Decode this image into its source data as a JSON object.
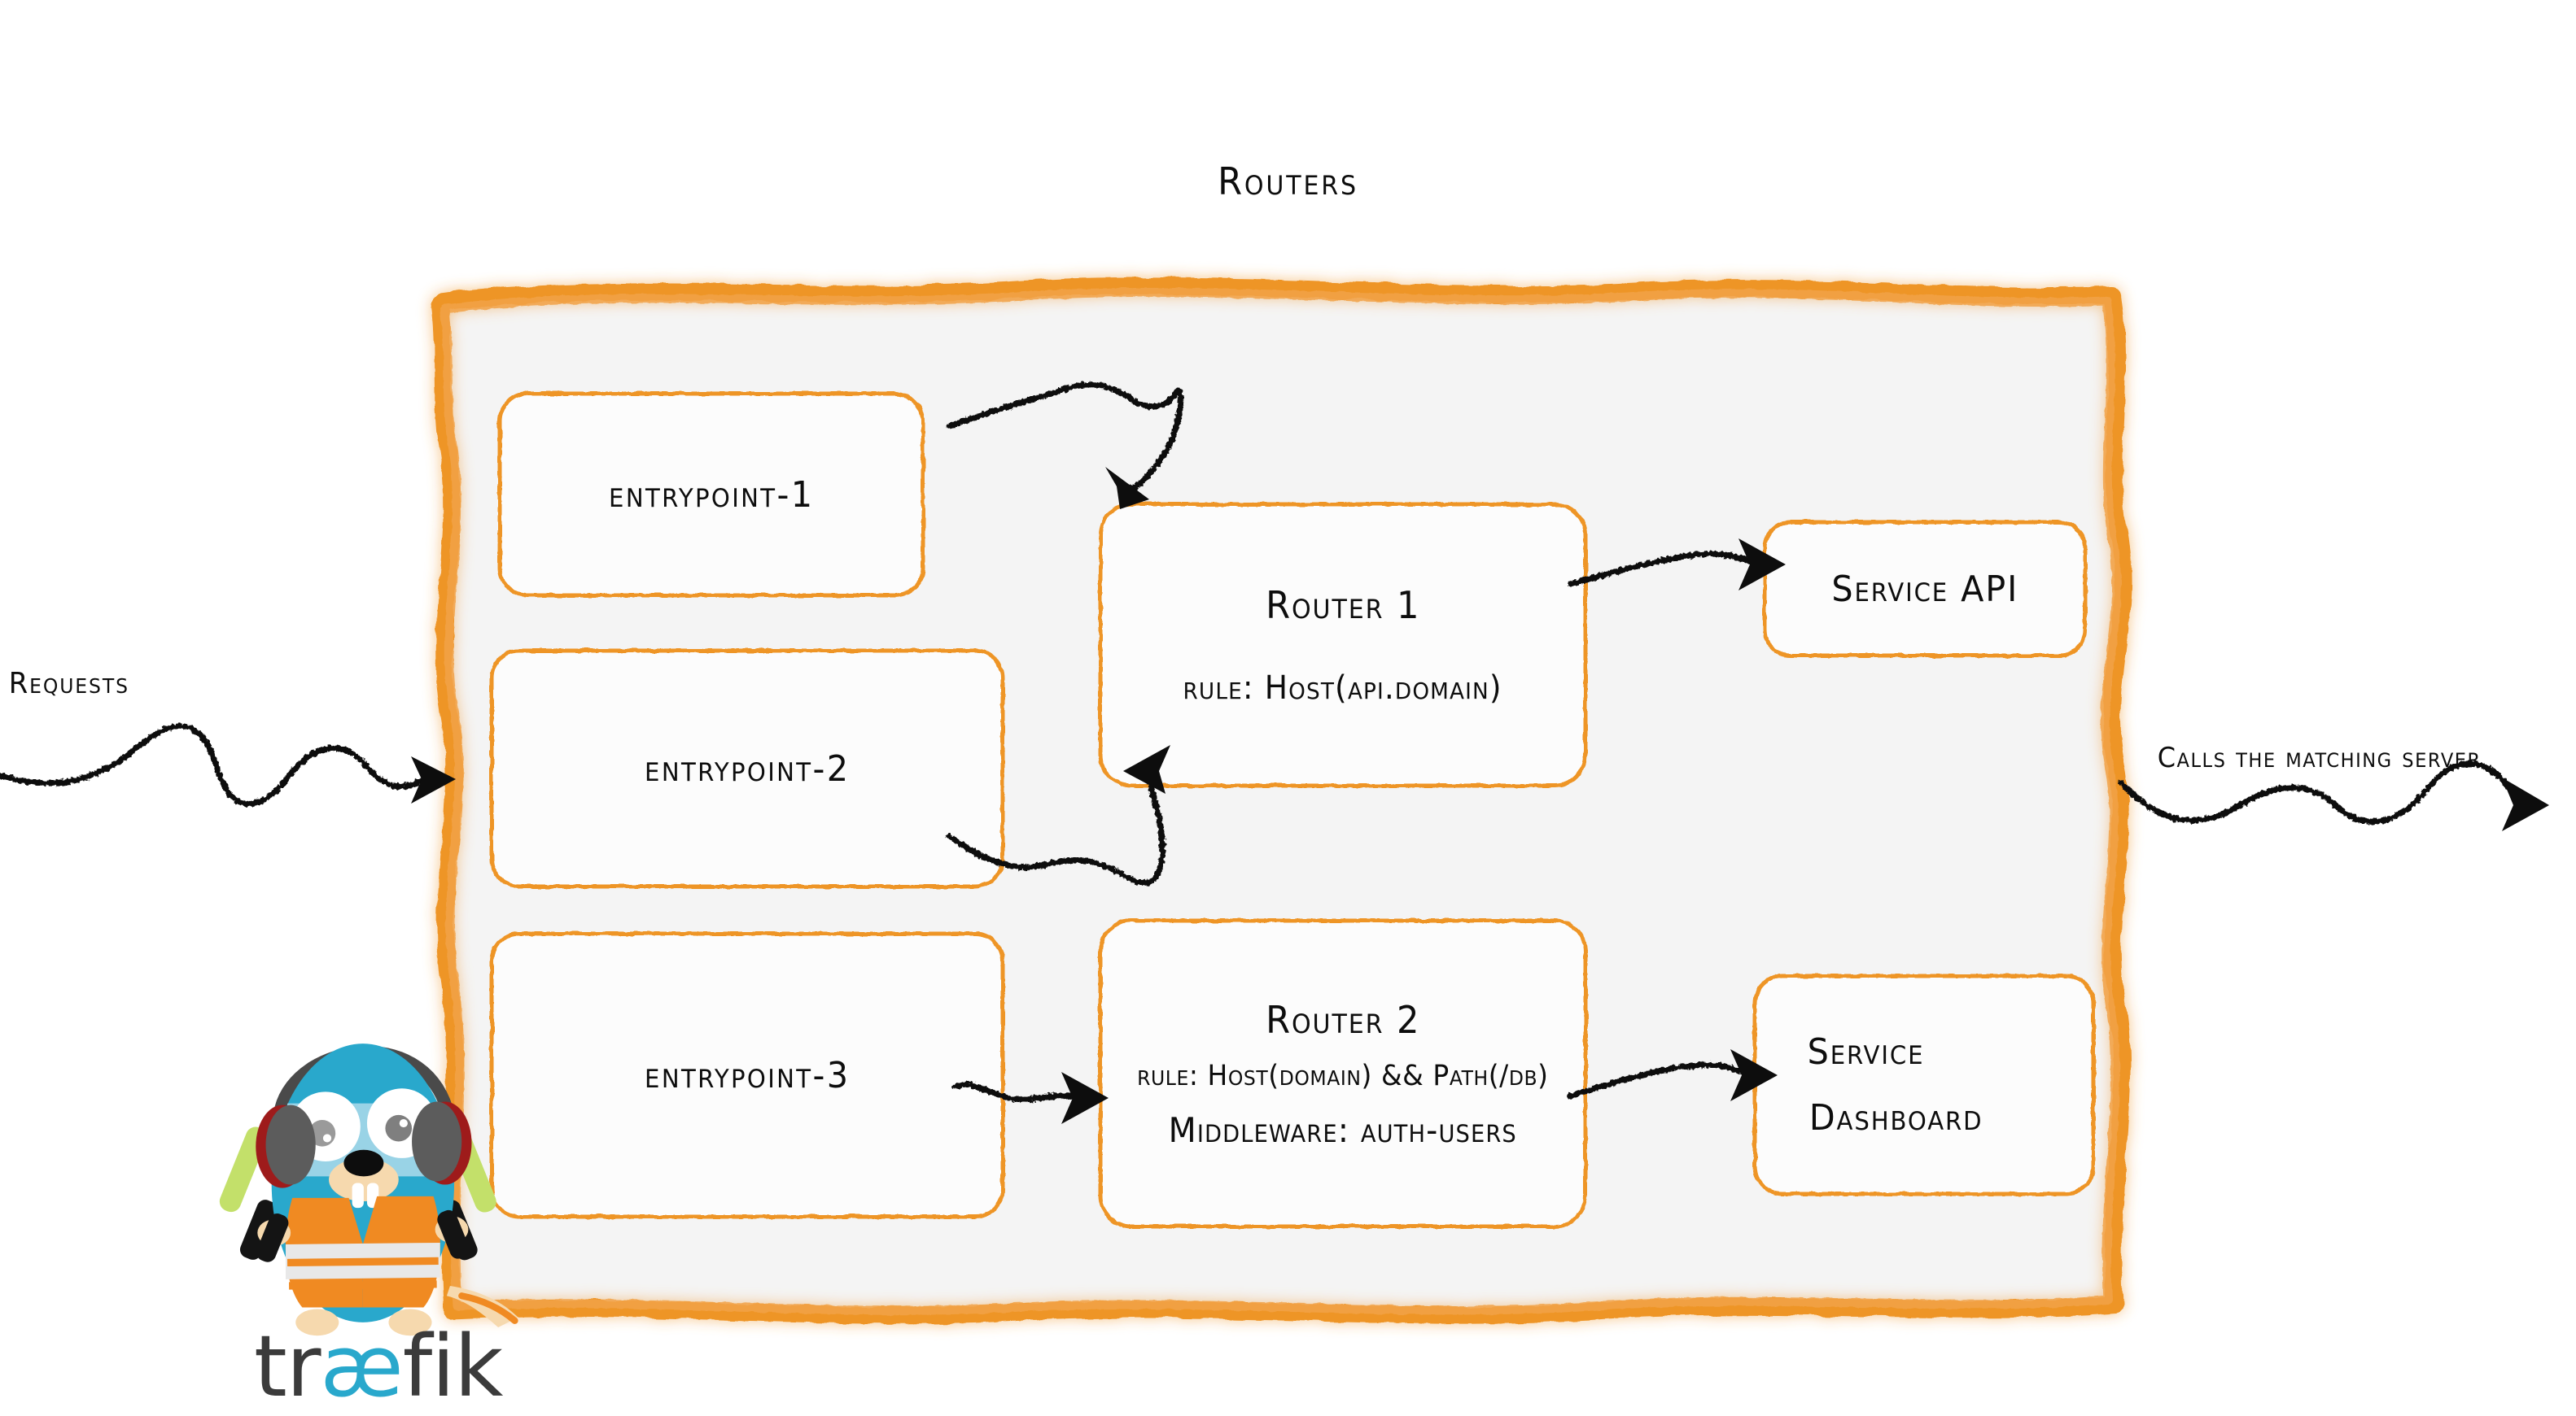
{
  "diagram": {
    "title": "Routers",
    "brand_orange": "#ee9528",
    "panel_fill": "#f4f4f4",
    "ink": "#101010",
    "gopher_blue": "#29a8cc",
    "vest_orange": "#f08a22"
  },
  "side_labels": {
    "left": "Requests",
    "right": "Calls the matching server"
  },
  "entrypoints": [
    {
      "label": "entrypoint-1"
    },
    {
      "label": "entrypoint-2"
    },
    {
      "label": "entrypoint-3"
    }
  ],
  "routers": [
    {
      "title": "Router 1",
      "rule": "rule: Host(api.domain)",
      "middleware": ""
    },
    {
      "title": "Router 2",
      "rule": "rule: Host(domain) && Path(/db)",
      "middleware": "Middleware: auth-users"
    }
  ],
  "services": [
    {
      "line1": "Service API",
      "line2": ""
    },
    {
      "line1": "Service",
      "line2": "Dashboard"
    }
  ],
  "logo": {
    "word_pre": "tr",
    "word_ae": "æ",
    "word_post": "fik",
    "mascot": "traefik-gopher-mascot"
  }
}
